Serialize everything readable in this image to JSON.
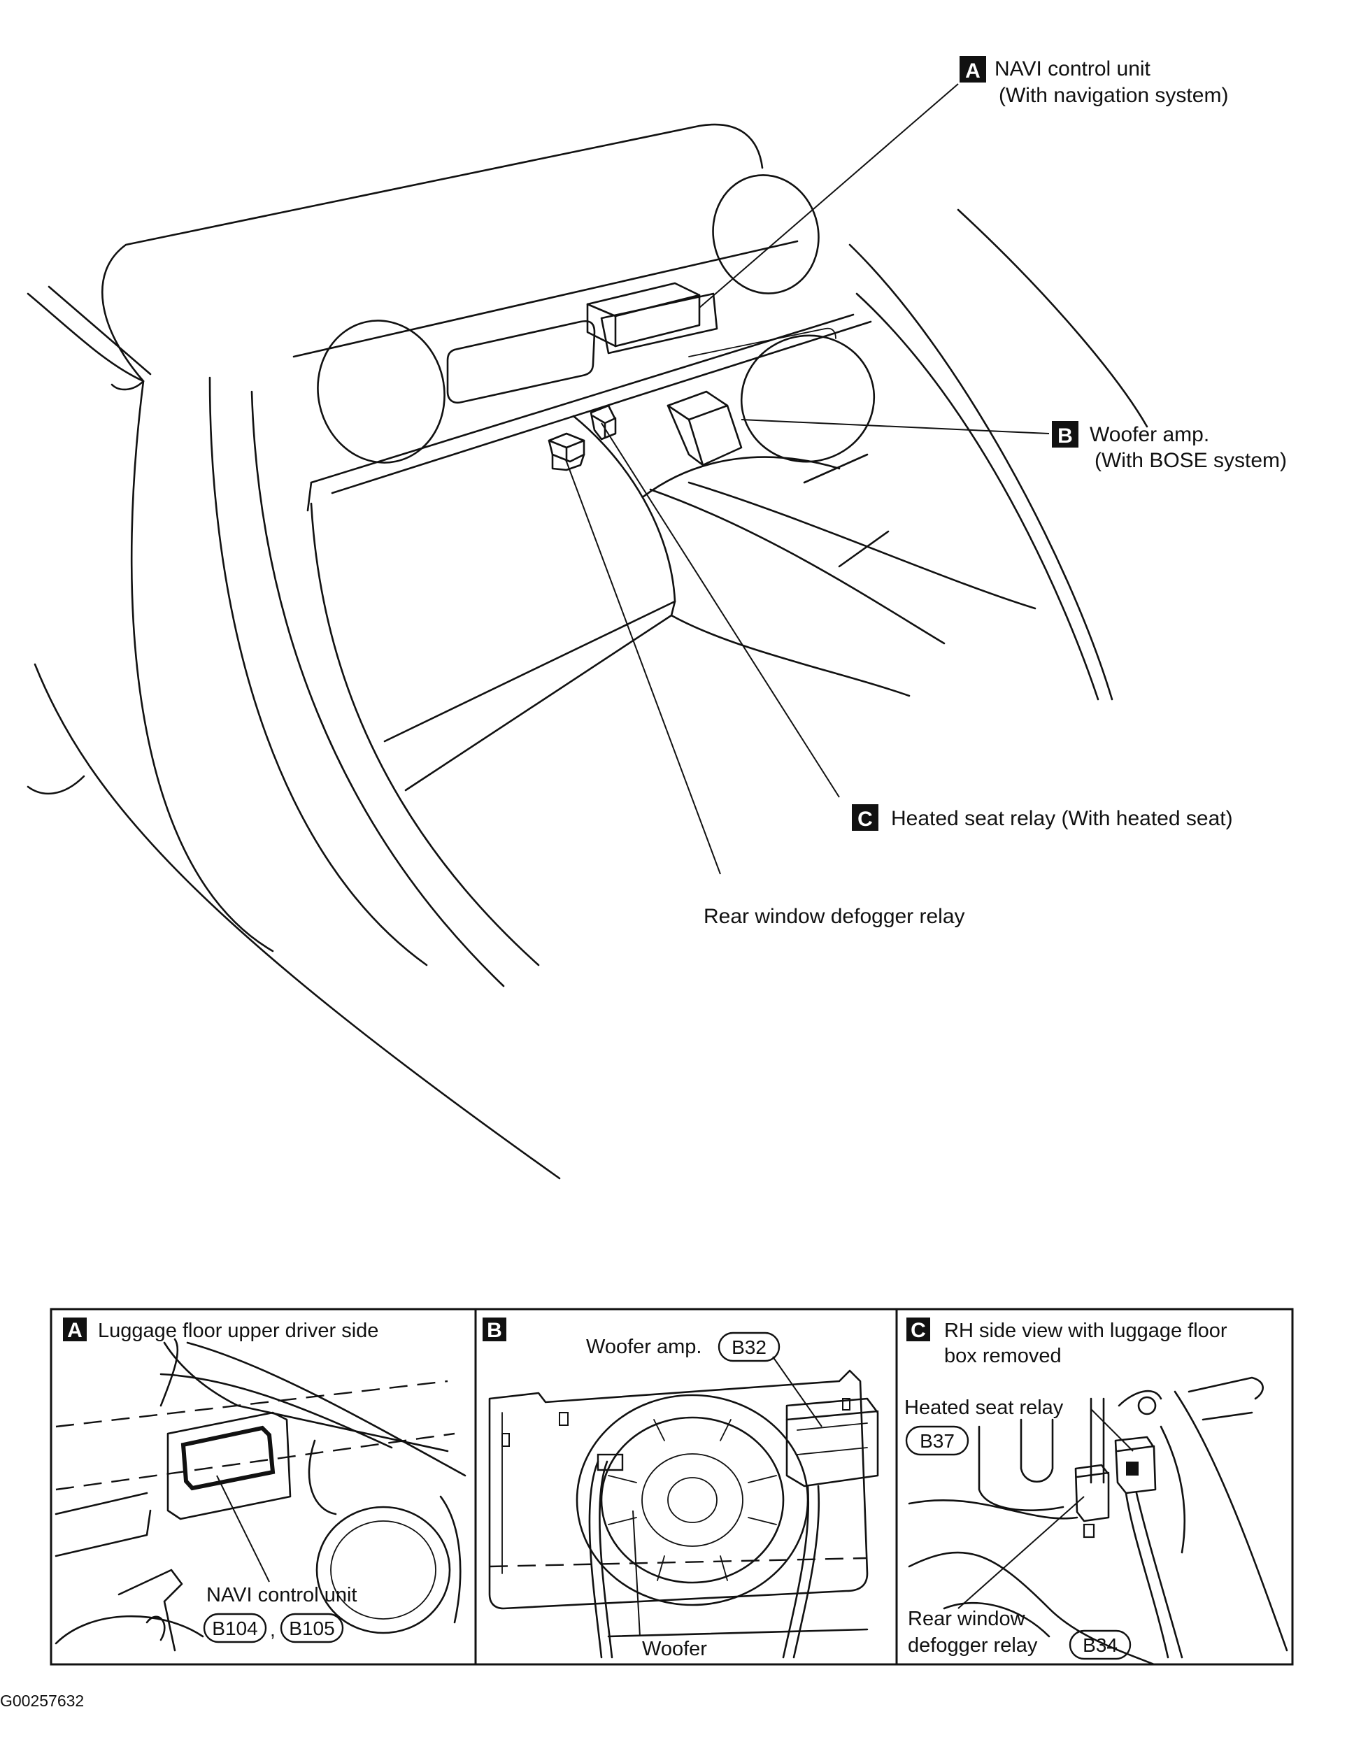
{
  "main_view": {
    "callout_a": {
      "letter": "A",
      "line1": "NAVI control unit",
      "line2": "(With navigation system)"
    },
    "callout_b": {
      "letter": "B",
      "line1": "Woofer amp.",
      "line2": "(With BOSE system)"
    },
    "callout_c": {
      "letter": "C",
      "line1": "Heated seat relay (With heated seat)"
    },
    "rear_defogger_label": "Rear window defogger relay"
  },
  "detail_a": {
    "letter": "A",
    "title": "Luggage floor upper driver side",
    "component": "NAVI control unit",
    "connectors": [
      "B104",
      "B105"
    ],
    "separator": ","
  },
  "detail_b": {
    "letter": "B",
    "component": "Woofer amp.",
    "connector": "B32",
    "woofer_label": "Woofer"
  },
  "detail_c": {
    "letter": "C",
    "title_line1": "RH side view with luggage floor",
    "title_line2": "box removed",
    "heated_label": "Heated seat relay",
    "heated_connector": "B37",
    "defogger_line1": "Rear window",
    "defogger_line2": "defogger relay",
    "defogger_connector": "B34"
  },
  "figure_id": "G00257632"
}
